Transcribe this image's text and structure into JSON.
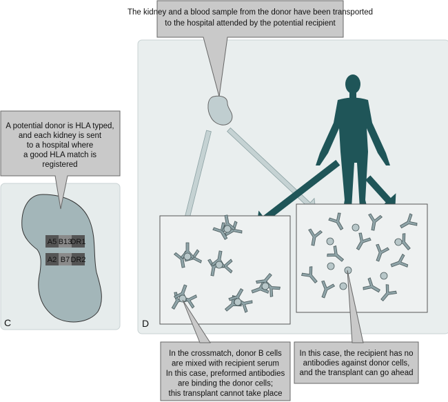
{
  "colors": {
    "panel_bg": "#e6ecec",
    "callout_bg": "#c9c9c9",
    "kidney": "#a3b6b9",
    "recipient": "#1f5558",
    "antibody": "#8fa4a8"
  },
  "panel_c": {
    "label": "C",
    "callout": [
      "A potential donor is HLA typed,",
      "and each kidney is sent",
      "to a hospital where",
      "a good HLA match is",
      "registered"
    ],
    "hla_rows": [
      [
        "A5",
        "B13",
        "DR1"
      ],
      [
        "A2",
        "B7",
        "DR2"
      ]
    ]
  },
  "panel_d": {
    "label": "D",
    "top_callout": [
      "The kidney and a blood sample from the donor have been transported",
      "to the hospital attended by the potential recipient"
    ],
    "left_callout": [
      "In the crossmatch, donor B cells",
      "are mixed with recipient serum",
      "In this case, preformed antibodies",
      "are binding the donor cells;",
      "this transplant cannot take place"
    ],
    "right_callout": [
      "In this case, the recipient has no",
      "antibodies against donor cells,",
      "and the transplant can go ahead"
    ]
  }
}
